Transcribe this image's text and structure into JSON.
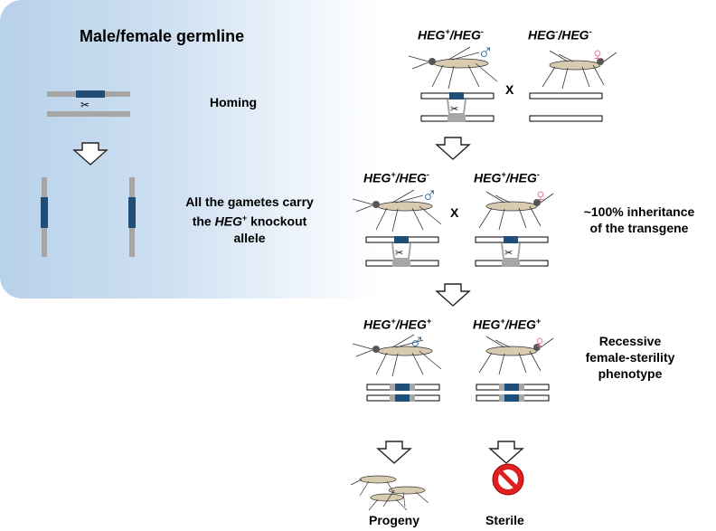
{
  "germline": {
    "title": "Male/female germline",
    "homing": "Homing",
    "gametes_line1": "All the gametes carry",
    "gametes_the": "the",
    "gametes_heg": "HEG",
    "gametes_sup": "+",
    "gametes_knockout": "knockout",
    "gametes_line3": "allele"
  },
  "symbols": {
    "male": "♂",
    "female": "♀",
    "cross": "X",
    "scissors": "✂"
  },
  "row1": {
    "male": {
      "a": "HEG",
      "a_sup": "+",
      "b": "HEG",
      "b_sup": "-"
    },
    "female": {
      "a": "HEG",
      "a_sup": "-",
      "b": "HEG",
      "b_sup": "-"
    }
  },
  "row2": {
    "male": {
      "a": "HEG",
      "a_sup": "+",
      "b": "HEG",
      "b_sup": "-"
    },
    "female": {
      "a": "HEG",
      "a_sup": "+",
      "b": "HEG",
      "b_sup": "-"
    },
    "note_line1": "~100% inheritance",
    "note_line2": "of the transgene"
  },
  "row3": {
    "male": {
      "a": "HEG",
      "a_sup": "+",
      "b": "HEG",
      "b_sup": "+"
    },
    "female": {
      "a": "HEG",
      "a_sup": "+",
      "b": "HEG",
      "b_sup": "+"
    },
    "note_line1": "Recessive",
    "note_line2": "female-sterility",
    "note_line3": "phenotype"
  },
  "outcomes": {
    "progeny": "Progeny",
    "sterile": "Sterile"
  },
  "colors": {
    "male": "#2e6b9e",
    "female": "#e07b8f",
    "allele": "#1f4e79",
    "chromosome_grey": "#a6a6a6",
    "stop": "#e02020"
  }
}
